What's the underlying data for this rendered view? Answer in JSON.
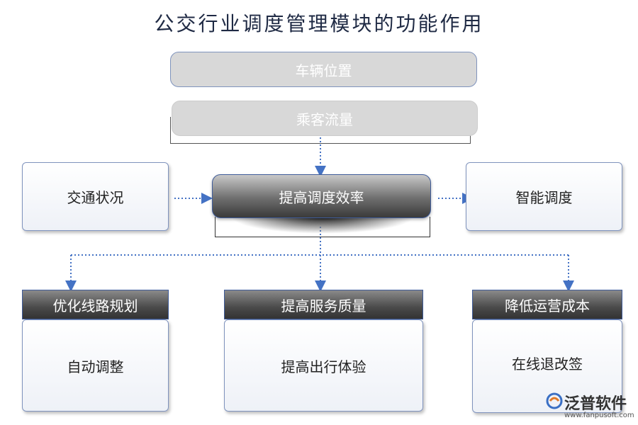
{
  "title": "公交行业调度管理模块的功能作用",
  "top_inputs": [
    "车辆位置",
    "乘客流量"
  ],
  "center": "提高调度效率",
  "left": "交通状况",
  "right": "智能调度",
  "branches": [
    {
      "header": "优化线路规划",
      "body": "自动调整"
    },
    {
      "header": "提高服务质量",
      "body": "提高出行体验"
    },
    {
      "header": "降低运营成本",
      "body": "在线退改签"
    }
  ],
  "logo": {
    "name": "泛普软件",
    "url": "www.fanpusoft.com"
  },
  "colors": {
    "connector": "#4472c4",
    "box_border": "#7f93bd"
  }
}
